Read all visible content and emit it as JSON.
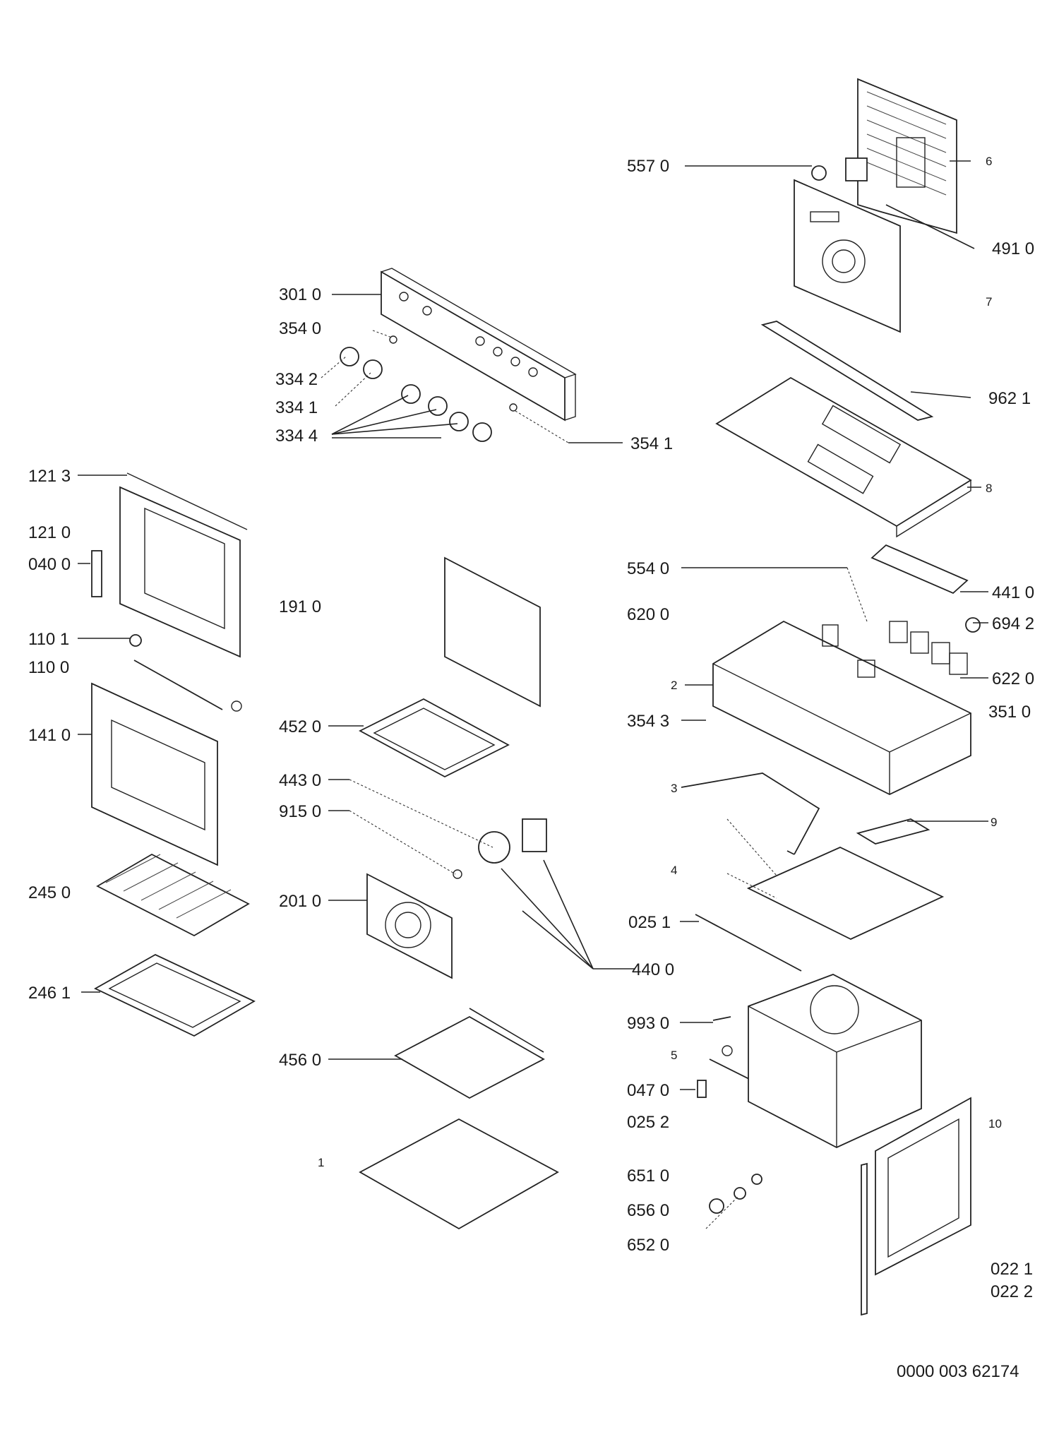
{
  "labels": {
    "l5570": "557 0",
    "l4910": "491 0",
    "l6": "6",
    "l7": "7",
    "l9621": "962 1",
    "l8": "8",
    "l3010": "301 0",
    "l3540": "354 0",
    "l3342": "334 2",
    "l3341": "334 1",
    "l3344": "334 4",
    "l3541": "354 1",
    "l1213": "121 3",
    "l1210": "121 0",
    "l0400": "040 0",
    "l1910": "191 0",
    "l1101": "110 1",
    "l1100": "110 0",
    "l1410": "141 0",
    "l4520": "452 0",
    "l4430": "443 0",
    "l9150": "915 0",
    "l2450": "245 0",
    "l2010": "201 0",
    "l2461": "246 1",
    "l4560": "456 0",
    "l1": "1",
    "l5540": "554 0",
    "l6200": "620 0",
    "l4410": "441 0",
    "l6942": "694 2",
    "l2": "2",
    "l6220": "622 0",
    "l3543": "354 3",
    "l3510": "351 0",
    "l3": "3",
    "l9": "9",
    "l4": "4",
    "l0251": "025 1",
    "l4400": "440 0",
    "l9930": "993 0",
    "l5": "5",
    "l0470": "047 0",
    "l0252": "025 2",
    "l10": "10",
    "l6510": "651 0",
    "l6560": "656 0",
    "l6520": "652 0",
    "l0221": "022 1",
    "l0222": "022 2"
  },
  "doc_number": "0000 003 62174"
}
